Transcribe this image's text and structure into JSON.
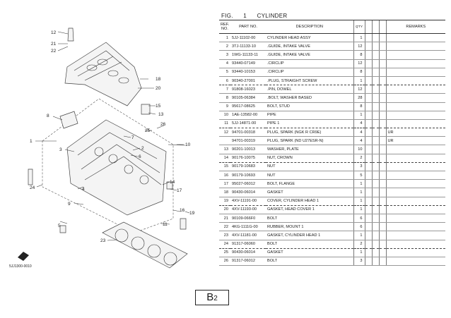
{
  "figure": {
    "label": "FIG.",
    "number": "1",
    "name": "CYLINDER"
  },
  "table": {
    "headers": {
      "ref_no": "REF. NO.",
      "part_no": "PART NO.",
      "description": "DESCRIPTION",
      "qty": "Q'TY",
      "remarks": "REMARKS"
    },
    "rows": [
      {
        "ref": "1",
        "part": "5JJ-11102-00",
        "desc": "CYLINDER HEAD ASSY",
        "qty": "1",
        "rem": ""
      },
      {
        "ref": "2",
        "part": "3TJ-11133-10",
        "desc": ".GUIDE, INTAKE VALVE",
        "qty": "12",
        "rem": ""
      },
      {
        "ref": "3",
        "part": "1WG-11133-11",
        "desc": ".GUIDE, INTAKE VALVE",
        "qty": "8",
        "rem": ""
      },
      {
        "ref": "4",
        "part": "93440-07149",
        "desc": ".CIRCLIP",
        "qty": "12",
        "rem": ""
      },
      {
        "ref": "5",
        "part": "93440-10153",
        "desc": ".CIRCLIP",
        "qty": "8",
        "rem": ""
      },
      {
        "ref": "6",
        "part": "90340-27001",
        "desc": ".PLUG, STRAIGHT SCREW",
        "qty": "1",
        "rem": ""
      },
      {
        "ref": "7",
        "part": "91808-16023",
        "desc": ".PIN, DOWEL",
        "qty": "12",
        "rem": ""
      },
      {
        "ref": "8",
        "part": "90105-06384",
        "desc": ".BOLT, WASHER BASED",
        "qty": "28",
        "rem": ""
      },
      {
        "ref": "9",
        "part": "95617-08625",
        "desc": "BOLT, STUD",
        "qty": "8",
        "rem": ""
      },
      {
        "ref": "10",
        "part": "1AE-13582-00",
        "desc": "PIPE",
        "qty": "1",
        "rem": ""
      },
      {
        "ref": "11",
        "part": "5JJ-14871-00",
        "desc": "PIPE 1",
        "qty": "4",
        "rem": ""
      },
      {
        "ref": "12",
        "part": "94701-00318",
        "desc": "PLUG, SPARK (NGK R CR9E)",
        "qty": "4",
        "rem": "UR"
      },
      {
        "ref": "",
        "part": "94701-00319",
        "desc": "PLUG, SPARK (ND U27ESR-N)",
        "qty": "4",
        "rem": "UR"
      },
      {
        "ref": "13",
        "part": "90201-10013",
        "desc": "WASHER, PLATE",
        "qty": "10",
        "rem": ""
      },
      {
        "ref": "14",
        "part": "90176-10075",
        "desc": "NUT, CROWN",
        "qty": "2",
        "rem": ""
      },
      {
        "ref": "15",
        "part": "90179-10683",
        "desc": "NUT",
        "qty": "3",
        "rem": ""
      },
      {
        "ref": "16",
        "part": "90179-10693",
        "desc": "NUT",
        "qty": "5",
        "rem": ""
      },
      {
        "ref": "17",
        "part": "95027-06012",
        "desc": "BOLT, FLANGE",
        "qty": "1",
        "rem": ""
      },
      {
        "ref": "18",
        "part": "90430-06014",
        "desc": "GASKET",
        "qty": "1",
        "rem": ""
      },
      {
        "ref": "19",
        "part": "4XV-11191-00",
        "desc": "COVER, CYLINDER HEAD 1",
        "qty": "1",
        "rem": ""
      },
      {
        "ref": "20",
        "part": "4XV-11193-00",
        "desc": "GASKET, HEAD COVER 1",
        "qty": "1",
        "rem": ""
      },
      {
        "ref": "21",
        "part": "90109-066F0",
        "desc": "BOLT",
        "qty": "6",
        "rem": ""
      },
      {
        "ref": "22",
        "part": "4KG-1111G-00",
        "desc": "RUBBER, MOUNT 1",
        "qty": "6",
        "rem": ""
      },
      {
        "ref": "23",
        "part": "4XV-11181-00",
        "desc": "GASKET, CYLINDER HEAD 1",
        "qty": "1",
        "rem": ""
      },
      {
        "ref": "24",
        "part": "91317-06060",
        "desc": "BOLT",
        "qty": "2",
        "rem": ""
      },
      {
        "ref": "25",
        "part": "90430-06014",
        "desc": "GASKET",
        "qty": "1",
        "rem": ""
      },
      {
        "ref": "26",
        "part": "91317-06012",
        "desc": "BOLT",
        "qty": "3",
        "rem": ""
      }
    ],
    "separators_after": [
      5,
      10,
      14,
      19,
      24
    ]
  },
  "callouts": [
    "12",
    "21",
    "22",
    "18",
    "20",
    "15",
    "13",
    "8",
    "25",
    "26",
    "10",
    "1",
    "3",
    "2",
    "6",
    "7",
    "9",
    "24",
    "4",
    "14",
    "17",
    "16",
    "11",
    "19",
    "5",
    "23"
  ],
  "diagram_code": "5JJ1300-0010",
  "page": {
    "letter": "B",
    "number": "2"
  }
}
